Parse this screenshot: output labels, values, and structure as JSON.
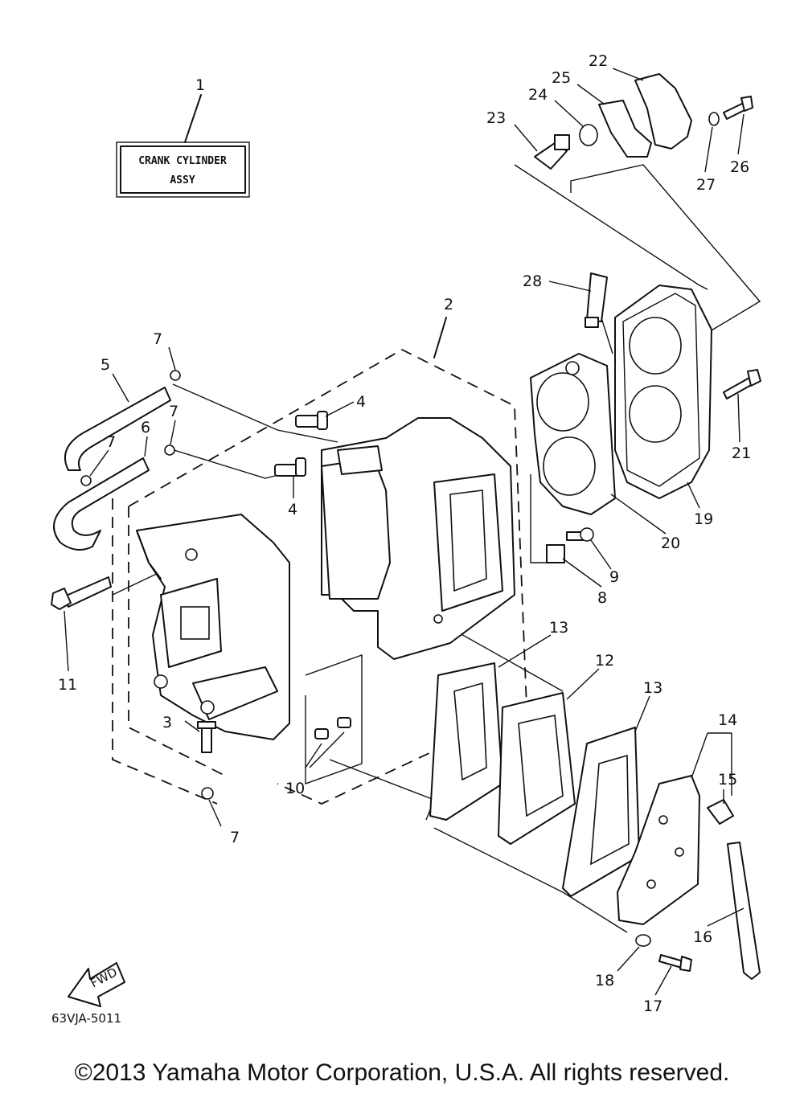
{
  "title_box": {
    "line1": "CRANK CYLINDER",
    "line2": "ASSY"
  },
  "callouts": [
    "1",
    "2",
    "3",
    "4",
    "4",
    "5",
    "6",
    "7",
    "7",
    "7",
    "7",
    "8",
    "9",
    "10",
    "11",
    "12",
    "13",
    "13",
    "14",
    "15",
    "16",
    "17",
    "18",
    "19",
    "20",
    "21",
    "22",
    "23",
    "24",
    "25",
    "26",
    "27",
    "28"
  ],
  "labels": {
    "c1": "1",
    "c2": "2",
    "c3": "3",
    "c4a": "4",
    "c4b": "4",
    "c5": "5",
    "c6": "6",
    "c7a": "7",
    "c7b": "7",
    "c7c": "7",
    "c7d": "7",
    "c8": "8",
    "c9": "9",
    "c10": "10",
    "c11": "11",
    "c12": "12",
    "c13a": "13",
    "c13b": "13",
    "c14": "14",
    "c15": "15",
    "c16": "16",
    "c17": "17",
    "c18": "18",
    "c19": "19",
    "c20": "20",
    "c21": "21",
    "c22": "22",
    "c23": "23",
    "c24": "24",
    "c25": "25",
    "c26": "26",
    "c27": "27",
    "c28": "28"
  },
  "fwd_arrow": "FWD",
  "diagram_code": "63VJA-5011",
  "copyright": "©2013 Yamaha Motor Corporation, U.S.A. All rights reserved."
}
